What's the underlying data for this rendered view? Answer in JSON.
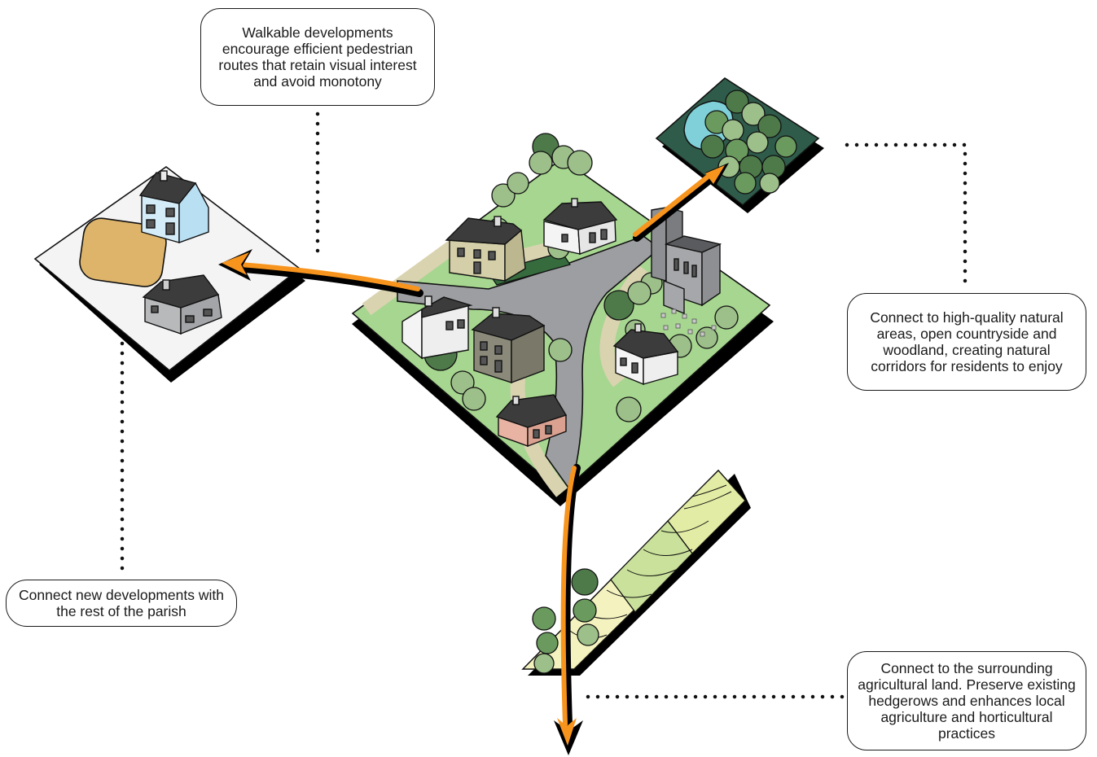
{
  "callouts": {
    "walkable": "Walkable developments encourage efficient pedestrian routes that retain visual interest and avoid monotony",
    "parish": "Connect new developments with the rest of the parish",
    "natural": "Connect to high-quality natural areas, open countryside and woodland, creating natural corridors for residents to enjoy",
    "agricultural": "Connect to the surrounding agricultural land. Preserve existing hedgerows and enhances local agriculture and horticultural practices"
  },
  "colors": {
    "arrow": "#f7941d",
    "grass": "#a6d68f",
    "road": "#9d9ea1",
    "path": "#d9d3b0",
    "tree_dark": "#4e7a4a",
    "tree_mid": "#6a9a5e",
    "tree_light": "#9dbf8a",
    "water": "#7fd0d8",
    "woodland_ground": "#2f5b4a",
    "development_ground": "#f4f4f4",
    "sandpit": "#ddb46a",
    "field_light": "#f4f3bf",
    "field_mid": "#e3eca4",
    "field_green": "#c9e19a"
  }
}
